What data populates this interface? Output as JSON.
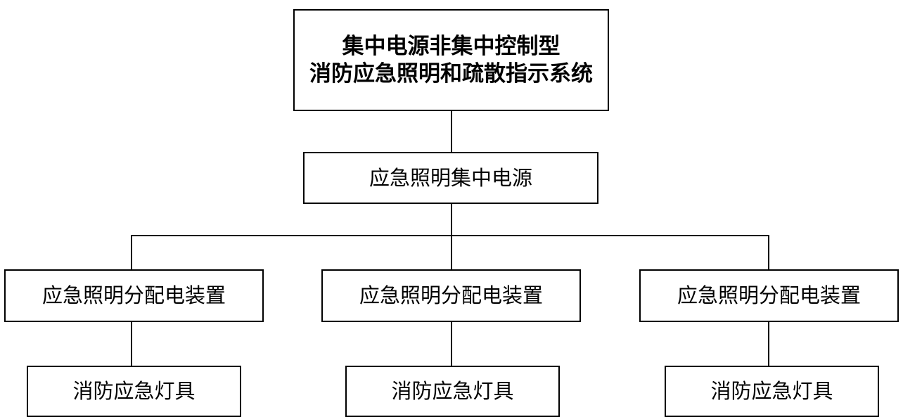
{
  "root": {
    "line1": "集中电源非集中控制型",
    "line2": "消防应急照明和疏散指示系统"
  },
  "power_supply": {
    "label": "应急照明集中电源"
  },
  "distribution_devices": [
    {
      "label": "应急照明分配电装置"
    },
    {
      "label": "应急照明分配电装置"
    },
    {
      "label": "应急照明分配电装置"
    }
  ],
  "lamps": [
    {
      "label": "消防应急灯具"
    },
    {
      "label": "消防应急灯具"
    },
    {
      "label": "消防应急灯具"
    }
  ],
  "colors": {
    "line": "#000000",
    "background": "#ffffff"
  }
}
